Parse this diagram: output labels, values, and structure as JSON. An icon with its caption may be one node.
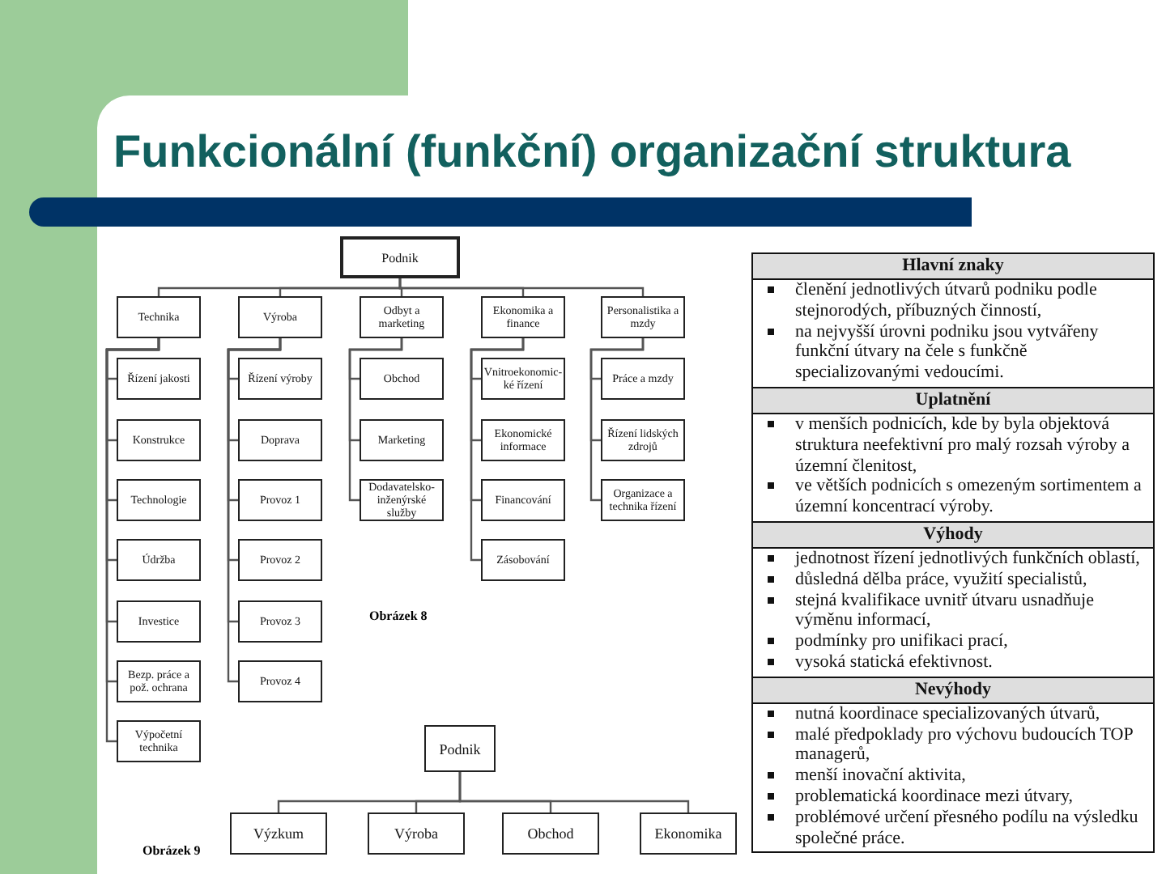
{
  "diagram": {
    "title": "Funkcionální (funkční) organizační struktura",
    "nodes": [
      {
        "text": [
          "Podnik"
        ]
      },
      {
        "text": [
          "Technika"
        ]
      },
      {
        "text": [
          "Výroba"
        ]
      },
      {
        "text": [
          "Odbyt a marketing"
        ]
      },
      {
        "text": [
          "Ekonomika a finance"
        ]
      },
      {
        "text": [
          "Personalistika a mzdy"
        ]
      },
      {
        "text": [
          "Řízení jakosti"
        ]
      },
      {
        "text": [
          "Konstrukce"
        ]
      },
      {
        "text": [
          "Technologie"
        ]
      },
      {
        "text": [
          "Údržba"
        ]
      },
      {
        "text": [
          "Investice"
        ]
      },
      {
        "text": [
          "Bezp. práce a pož. ochrana"
        ]
      },
      {
        "text": [
          "Výpočetní technika"
        ]
      },
      {
        "text": [
          "Řízení výroby"
        ]
      },
      {
        "text": [
          "Doprava"
        ]
      },
      {
        "text": [
          "Provoz 1"
        ]
      },
      {
        "text": [
          "Provoz 2"
        ]
      },
      {
        "text": [
          "Provoz 3"
        ]
      },
      {
        "text": [
          "Provoz 4"
        ]
      },
      {
        "text": [
          "Obchod"
        ]
      },
      {
        "text": [
          "Marketing"
        ]
      },
      {
        "text": [
          "Dodavatelsko-inženýrské služby"
        ]
      },
      {
        "text": [
          "Vnitroekonomic-ké řízení"
        ]
      },
      {
        "text": [
          "Ekonomické informace"
        ]
      },
      {
        "text": [
          "Financování"
        ]
      },
      {
        "text": [
          "Zásobování"
        ]
      },
      {
        "text": [
          "Práce a mzdy"
        ]
      },
      {
        "text": [
          "Řízení lidských zdrojů"
        ]
      },
      {
        "text": [
          "Organizace a technika řízení"
        ]
      },
      {
        "text": [
          "Podnik"
        ]
      },
      {
        "text": [
          "Výzkum"
        ]
      },
      {
        "text": [
          "Výroba"
        ]
      },
      {
        "text": [
          "Obchod"
        ]
      },
      {
        "text": [
          "Ekonomika"
        ]
      }
    ],
    "edges": [
      {
        "from": 0,
        "to": 1,
        "arrow": "none"
      },
      {
        "from": 0,
        "to": 2,
        "arrow": "none"
      },
      {
        "from": 0,
        "to": 3,
        "arrow": "none"
      },
      {
        "from": 0,
        "to": 4,
        "arrow": "none"
      },
      {
        "from": 0,
        "to": 5,
        "arrow": "none"
      },
      {
        "from": 1,
        "to": 6,
        "arrow": "none"
      },
      {
        "from": 1,
        "to": 7,
        "arrow": "none"
      },
      {
        "from": 1,
        "to": 8,
        "arrow": "none"
      },
      {
        "from": 1,
        "to": 9,
        "arrow": "none"
      },
      {
        "from": 1,
        "to": 10,
        "arrow": "none"
      },
      {
        "from": 1,
        "to": 11,
        "arrow": "none"
      },
      {
        "from": 1,
        "to": 12,
        "arrow": "none"
      },
      {
        "from": 2,
        "to": 13,
        "arrow": "none"
      },
      {
        "from": 2,
        "to": 14,
        "arrow": "none"
      },
      {
        "from": 2,
        "to": 15,
        "arrow": "none"
      },
      {
        "from": 2,
        "to": 16,
        "arrow": "none"
      },
      {
        "from": 2,
        "to": 17,
        "arrow": "none"
      },
      {
        "from": 2,
        "to": 18,
        "arrow": "none"
      },
      {
        "from": 3,
        "to": 19,
        "arrow": "none"
      },
      {
        "from": 3,
        "to": 20,
        "arrow": "none"
      },
      {
        "from": 3,
        "to": 21,
        "arrow": "none"
      },
      {
        "from": 4,
        "to": 22,
        "arrow": "none"
      },
      {
        "from": 4,
        "to": 23,
        "arrow": "none"
      },
      {
        "from": 4,
        "to": 24,
        "arrow": "none"
      },
      {
        "from": 4,
        "to": 25,
        "arrow": "none"
      },
      {
        "from": 5,
        "to": 26,
        "arrow": "none"
      },
      {
        "from": 5,
        "to": 27,
        "arrow": "none"
      },
      {
        "from": 5,
        "to": 28,
        "arrow": "none"
      },
      {
        "from": 29,
        "to": 30,
        "arrow": "none"
      },
      {
        "from": 29,
        "to": 31,
        "arrow": "none"
      },
      {
        "from": 29,
        "to": 32,
        "arrow": "none"
      },
      {
        "from": 29,
        "to": 33,
        "arrow": "none"
      }
    ],
    "labels": [
      "Obrázek 8",
      "Obrázek 9",
      "Hlavní znaky",
      "členění jednotlivých útvarů podniku podle stejnorodých, příbuzných činností,",
      "na nejvyšší úrovni podniku jsou vytvářeny funkční útvary na čele s funkčně specializovanými vedoucími.",
      "Uplatnění",
      "v menších podnicích, kde by byla objektová struktura neefektivní pro malý rozsah výroby a územní členitost,",
      "ve větších podnicích s omezeným sortimentem a územní koncentrací výroby.",
      "Výhody",
      "jednotnost řízení jednotlivých funkčních oblastí,",
      "důsledná dělba práce, využití specialistů,",
      "stejná kvalifikace uvnitř útvaru usnadňuje výměnu informací,",
      "podmínky pro unifikaci prací,",
      "vysoká statická efektivnost.",
      "Nevýhody",
      "nutná koordinace specializovaných útvarů,",
      "malé předpoklady pro výchovu budoucích TOP managerů,",
      "menší inovační aktivita,",
      "problematická koordinace mezi útvary,",
      "problémové určení přesného podílu na výsledku společné práce."
    ]
  }
}
